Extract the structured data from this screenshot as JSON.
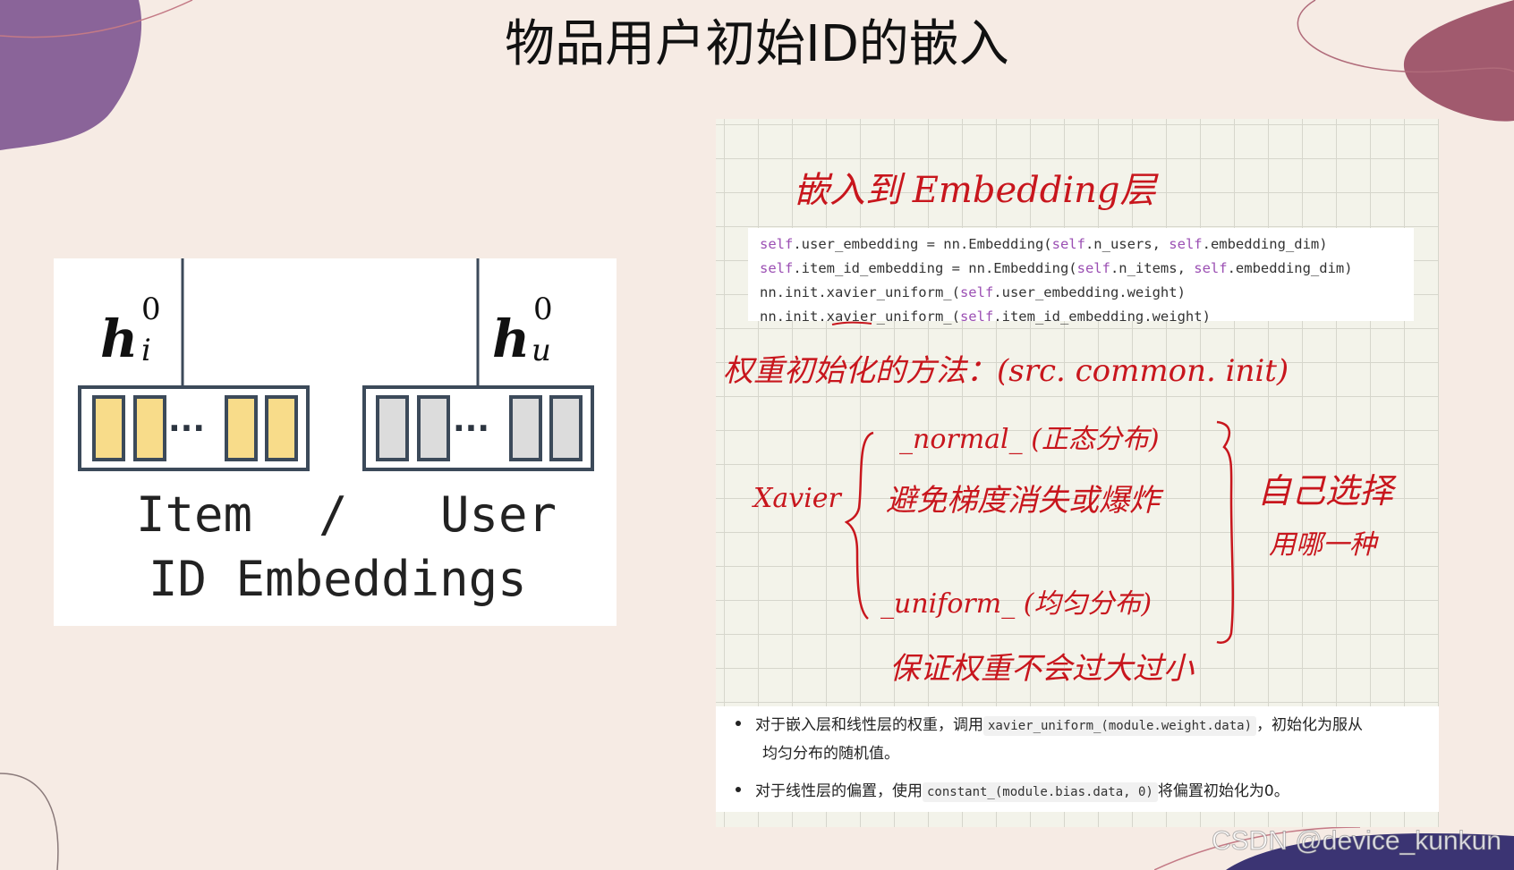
{
  "slide": {
    "title": "物品用户初始ID的嵌入",
    "colors": {
      "background": "#f6ebe4",
      "accent_purple": "#8a6499",
      "accent_rose": "#a15a6e",
      "ink_red": "#c8161d"
    }
  },
  "figure": {
    "h_item_base": "h",
    "h_item_sub": "i",
    "h_item_sup": "0",
    "h_user_base": "h",
    "h_user_sub": "u",
    "h_user_sup": "0",
    "ellipsis": "···",
    "label_item": "Item",
    "label_slash": "/",
    "label_user": "User",
    "label_embeddings": "ID Embeddings",
    "item_color": "#f8dc8a",
    "user_color": "#dcdcdc"
  },
  "notes": {
    "heading": "嵌入到 Embedding层",
    "code": {
      "line1": {
        "kw1": "self",
        "a": ".user_embedding = nn.Embedding(",
        "kw2": "self",
        "b": ".n_users, ",
        "kw3": "self",
        "c": ".embedding_dim)"
      },
      "line2": {
        "kw1": "self",
        "a": ".item_id_embedding = nn.Embedding(",
        "kw2": "self",
        "b": ".n_items, ",
        "kw3": "self",
        "c": ".embedding_dim)"
      },
      "line3": {
        "a": "nn.init.xavier_uniform_(",
        "kw1": "self",
        "b": ".user_embedding.weight)"
      },
      "line4": {
        "a": "nn.init.xavier_uniform_(",
        "kw1": "self",
        "b": ".item_id_embedding.weight)"
      }
    },
    "method_line": "权重初始化的方法：(src. common. init)",
    "xavier": "Xavier",
    "normal": "_normal_ (正态分布)",
    "avoid": "避免梯度消失或爆炸",
    "uniform": "_uniform_ (均匀分布)",
    "choose": "自己选择",
    "which": "用哪一种",
    "ensure": "保证权重不会过大过小",
    "bullets": [
      {
        "pre": "对于嵌入层和线性层的权重，调用",
        "code": "xavier_uniform_(module.weight.data)",
        "post": "，初始化为服从",
        "line2": "均匀分布的随机值。"
      },
      {
        "pre": "对于线性层的偏置，使用",
        "code": "constant_(module.bias.data, 0)",
        "post": "将偏置初始化为0。"
      }
    ]
  },
  "watermark": "CSDN @device_kunkun"
}
